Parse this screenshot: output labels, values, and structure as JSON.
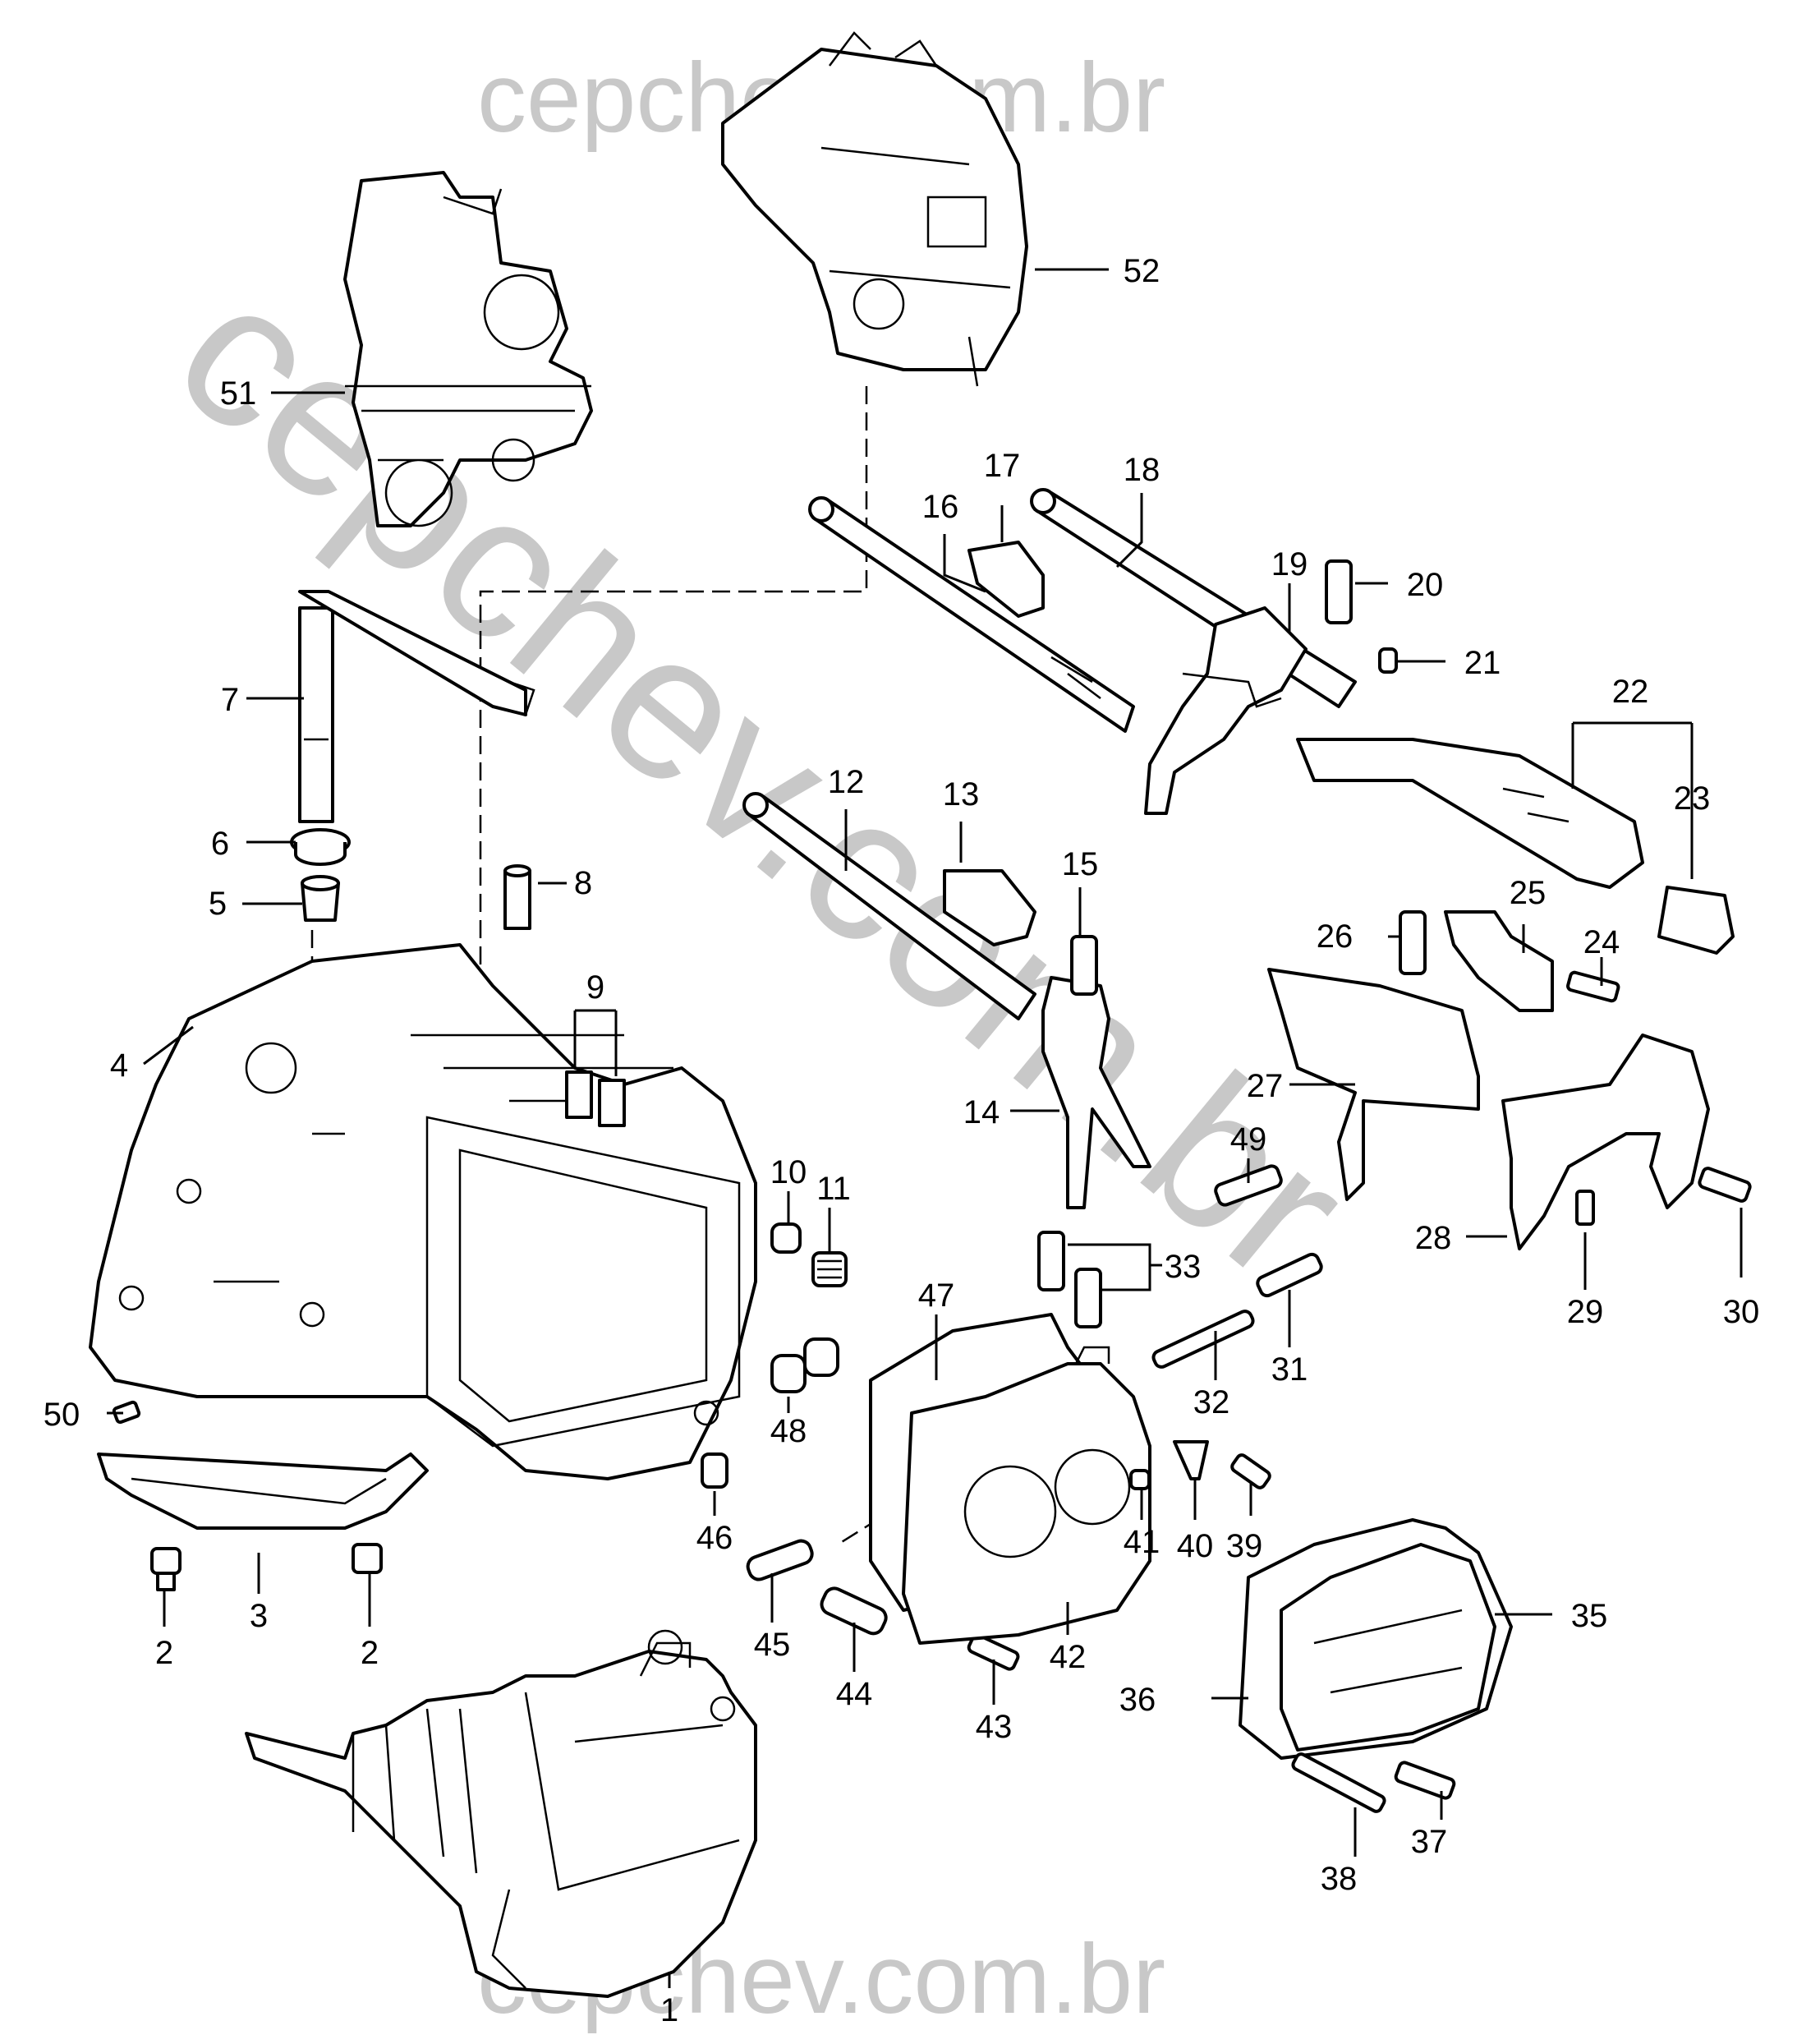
{
  "watermarks": {
    "top": "cepchev.com.br",
    "bottom": "cepchev.com.br",
    "diagonal": "cepchev.com.br"
  },
  "callouts": [
    "1",
    "2",
    "2",
    "3",
    "4",
    "5",
    "6",
    "7",
    "8",
    "9",
    "10",
    "11",
    "12",
    "13",
    "14",
    "15",
    "16",
    "17",
    "18",
    "19",
    "20",
    "21",
    "22",
    "23",
    "24",
    "25",
    "26",
    "27",
    "28",
    "29",
    "30",
    "31",
    "32",
    "33",
    "35",
    "36",
    "37",
    "38",
    "39",
    "40",
    "41",
    "42",
    "43",
    "44",
    "45",
    "46",
    "47",
    "48",
    "49",
    "50",
    "51",
    "52"
  ]
}
